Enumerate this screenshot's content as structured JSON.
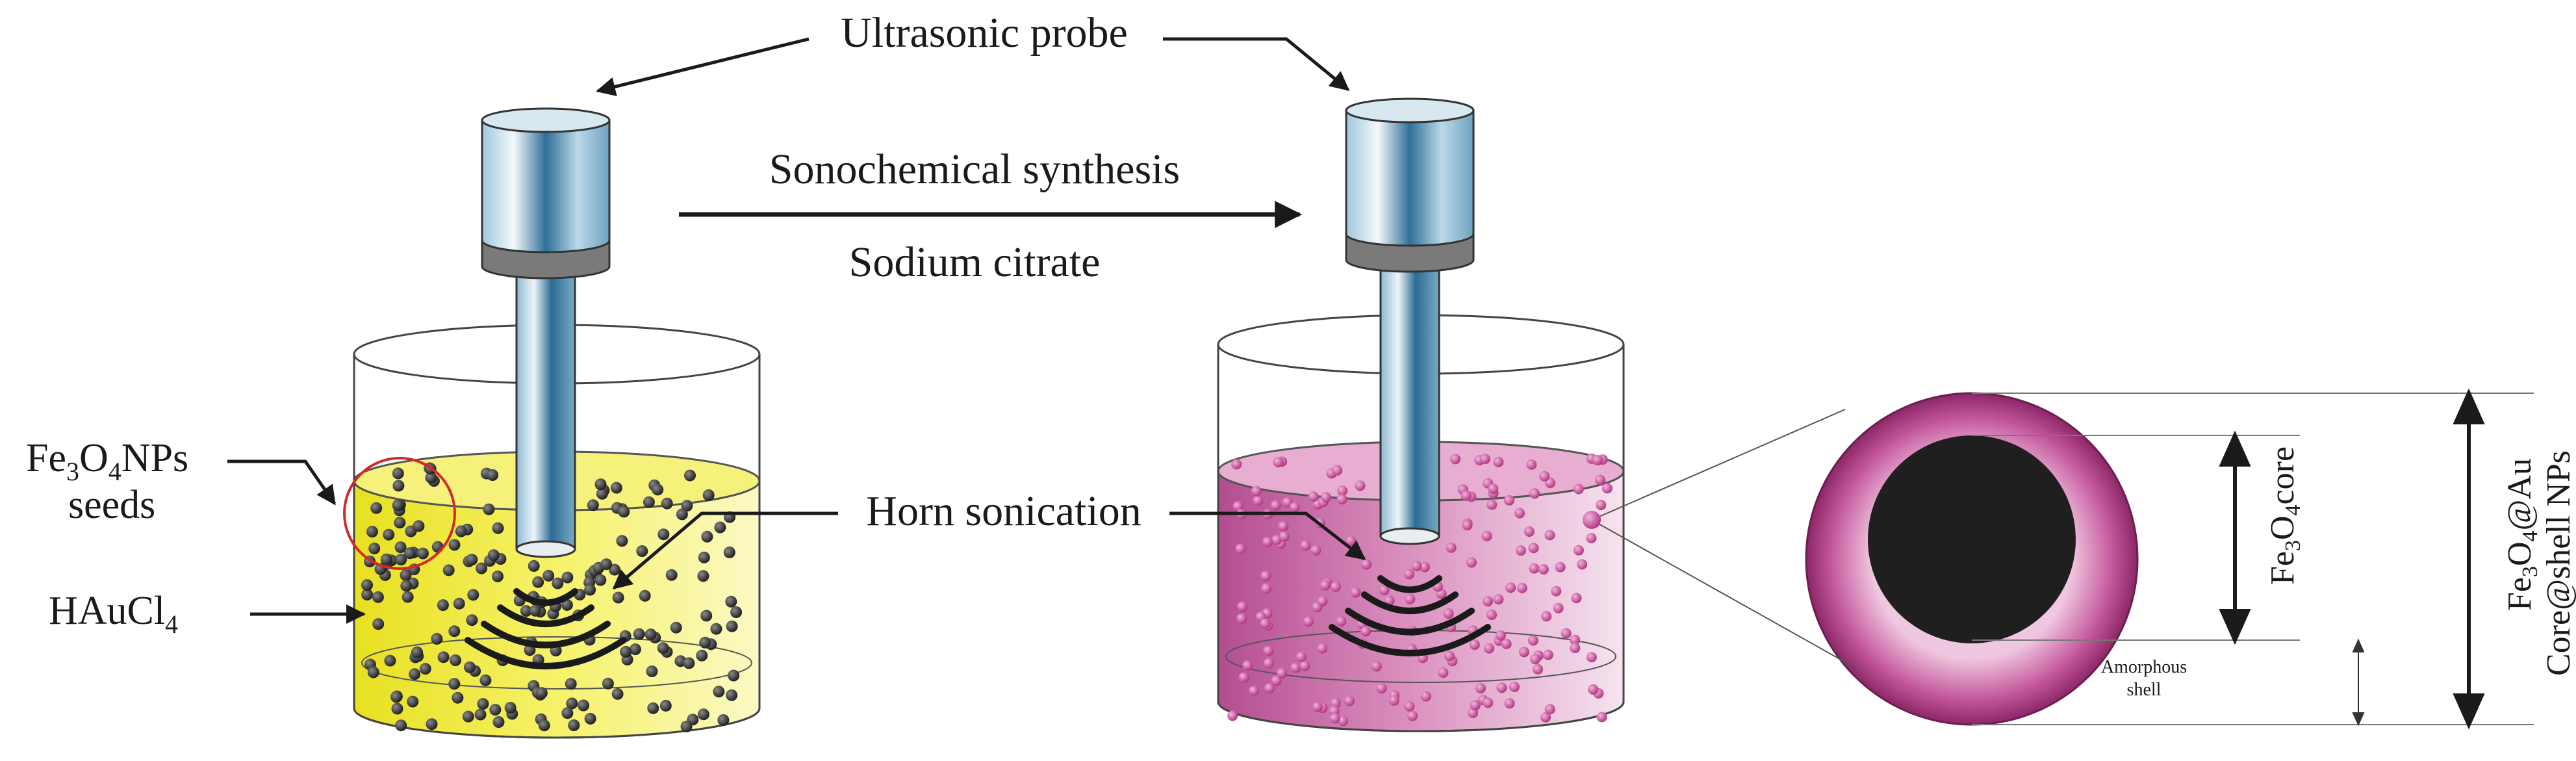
{
  "labels": {
    "ultrasonic_probe": "Ultrasonic probe",
    "sonochemical_synthesis": "Sonochemical synthesis",
    "sodium_citrate": "Sodium citrate",
    "horn_sonication": "Horn sonication",
    "fe3o4_nps_seeds": {
      "fe": "Fe",
      "sub3": "3",
      "o": "O",
      "sub4": "4",
      "nps": "NPs",
      "seeds": "seeds"
    },
    "haucl4": {
      "main": "HAuCl",
      "sub4": "4"
    },
    "fe3o4_core": {
      "fe": "Fe",
      "sub3": "3",
      "o": "O",
      "sub4": "4",
      "core": "core"
    },
    "amorphous_shell": {
      "line1": "Amorphous",
      "line2": "shell"
    },
    "fe3o4_au": {
      "fe": "Fe",
      "sub3": "3",
      "o": "O",
      "sub4": "4",
      "au": "@Au",
      "line2": "Core@shell NPs"
    }
  },
  "colors": {
    "yellow_solution": "#f3ef3c",
    "magenta_solution": "#c2589c",
    "magenta_particle": "#c23c92",
    "nanoparticle_dark": "#2a2a2a",
    "core_black": "#1f1f1f",
    "shell_magenta": "#a8327c",
    "probe_steel": "#4f86a8"
  }
}
